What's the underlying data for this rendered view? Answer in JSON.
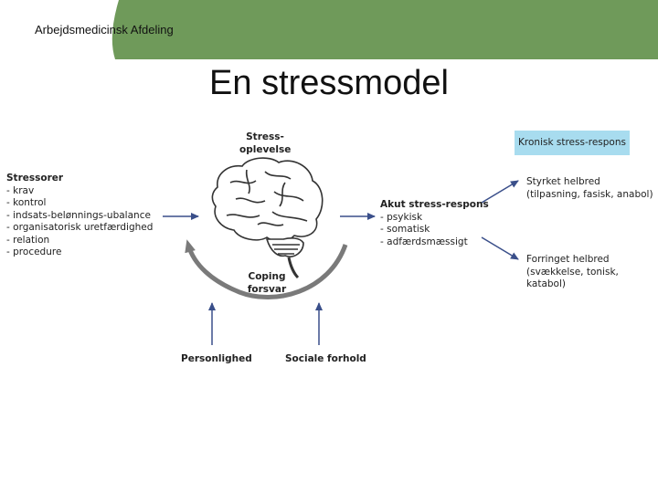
{
  "header": {
    "department": "Arbejdsmedicinsk Afdeling",
    "title": "En stressmodel",
    "colors": {
      "bar": "#6f9a5a",
      "accent_box": "#a8dcef",
      "arrow": "#3a4f8a",
      "coping_arc": "#7a7a7a"
    }
  },
  "diagram": {
    "stress_experience": [
      "Stress-",
      "oplevelse"
    ],
    "stressors": {
      "heading": "Stressorer",
      "items": [
        "krav",
        "kontrol",
        "indsats-belønnings-ubalance",
        "organisatorisk uretfærdighed",
        "relation",
        "procedure"
      ]
    },
    "coping": [
      "Coping",
      "forsvar"
    ],
    "acute": {
      "heading": "Akut stress-respons",
      "items": [
        "psykisk",
        "somatisk",
        "adfærdsmæssigt"
      ]
    },
    "chronic": "Kronisk stress-respons",
    "improved_health": [
      "Styrket helbred",
      "(tilpasning, fasisk, anabol)"
    ],
    "reduced_health": [
      "Forringet helbred",
      "(svækkelse, tonisk, katabol)"
    ],
    "personality": "Personlighed",
    "social": "Sociale forhold",
    "icons": [
      "brain-icon"
    ]
  }
}
